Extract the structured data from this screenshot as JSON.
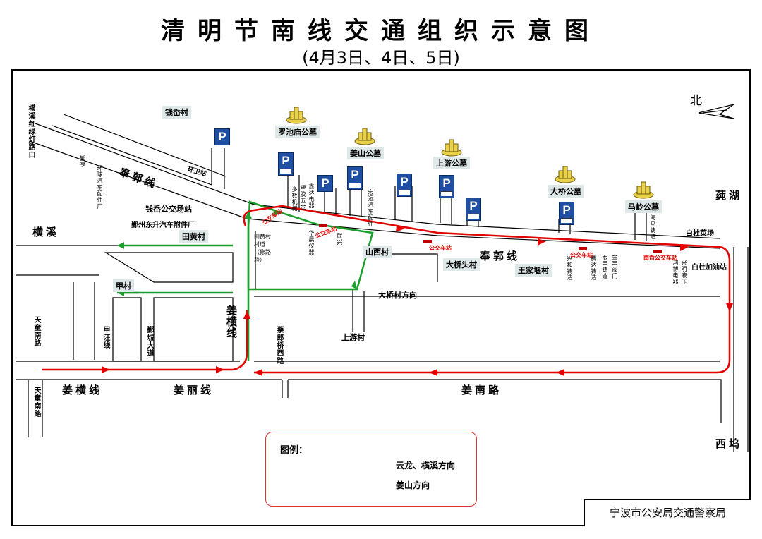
{
  "title": "清明节南线交通组织示意图",
  "subtitle": "(4月3日、4日、5日)",
  "north_label": "北",
  "credit": "宁波市公安局交通警察局",
  "legend": {
    "title": "图例：",
    "green_label": "云龙、横溪方向",
    "red_label": "姜山方向",
    "green_color": "#1a9e2a",
    "red_color": "#e30000"
  },
  "cemeteries": {
    "luochi": "罗池庙公墓",
    "jiangshan": "姜山公墓",
    "shangyou": "上游公墓",
    "daqiao": "大桥公墓",
    "maling": "马岭公墓"
  },
  "roads": {
    "fengguo_upper": "奉郭线",
    "fengguo_lower": "奉郭线",
    "jiangheng": "姜横线",
    "jiangheng_vertical": "姜横线",
    "jiangli": "姜丽线",
    "jiangnan": "姜南路",
    "hengxi": "横溪",
    "hengxi_light": "横溪红绿灯路口",
    "tiantong_upper": "天童南路",
    "tiantong_lower": "天童南路",
    "xidong": "西坞",
    "ruihu": "莼湖",
    "yincheng": "鄞城大道",
    "jiawang": "甲汪线",
    "cailangqiao": "蔡郎桥西路",
    "huanwei": "环卫站"
  },
  "places": {
    "qianqiu": "钱岙村",
    "qianqiu_bus": "钱岙公交场站",
    "dongsheng": "鄞州东升汽车附件厂",
    "tianhuang": "田黄村",
    "jiacun": "甲村",
    "shanxi": "山西村",
    "daqiaotou": "大桥头村",
    "wangjiayan": "王家堰村",
    "daqiao_dir": "大桥村方向",
    "shangyou_village": "上游村",
    "baidu_market": "白杜菜场",
    "baidu_gas": "白杜加油站",
    "tianhuang_lane": "田黄村村道（修路段）"
  },
  "small_notes": {
    "s1": "鄞亨",
    "s2": "宏远汽车配件",
    "s3": "多数机械",
    "s4": "塑胶五金",
    "s5": "鑫达电器",
    "s6": "联兴",
    "s7": "华晨仪器",
    "s8": "环球汽车配件厂",
    "s9": "兴和铸造",
    "s10": "腾达铸造",
    "s11": "金丰阀门",
    "s12": "宏丰铸造",
    "s13": "海马铸造",
    "s14": "鸿博电器",
    "s15": "兴明液压"
  },
  "bus_stops": {
    "b1": "公交车站",
    "b2": "公交车站",
    "b3": "公交车站",
    "b4": "公交车站",
    "b5": "南岙公交车站"
  },
  "parking_symbol": "P"
}
